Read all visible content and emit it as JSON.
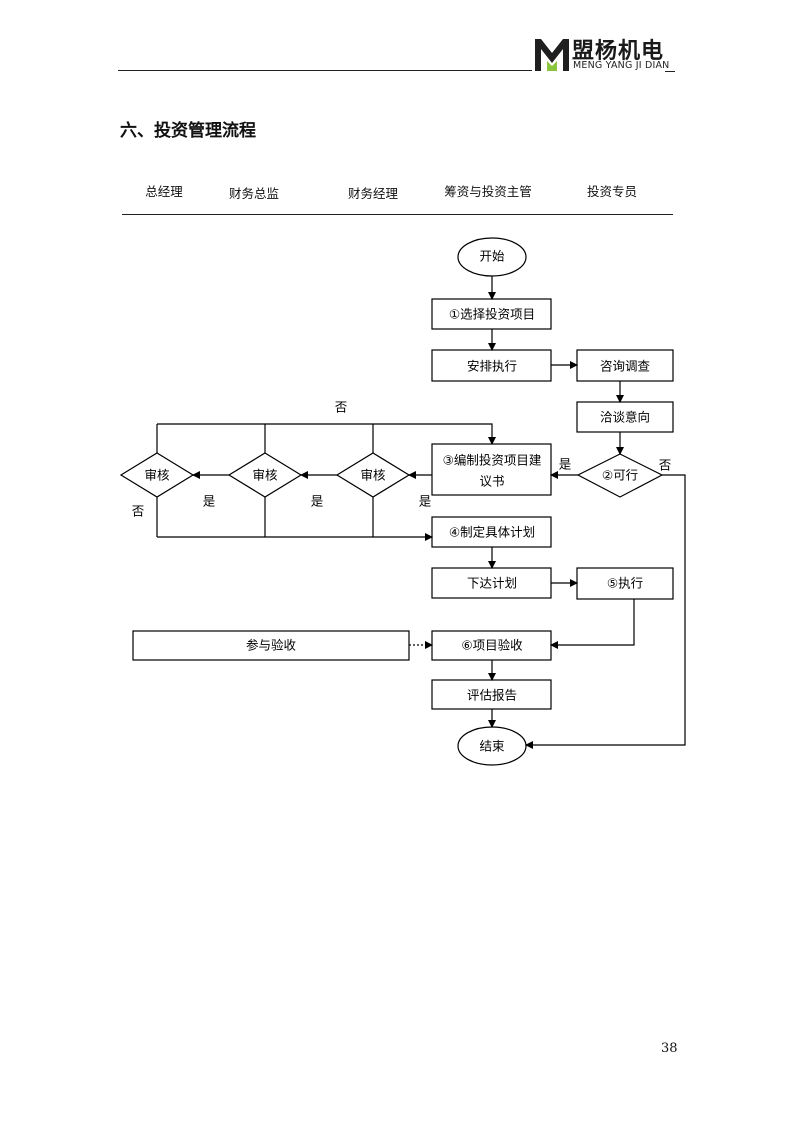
{
  "header": {
    "logo_cn": "盟杨机电",
    "logo_en": "MENG YANG JI DIAN"
  },
  "section_title": "六、投资管理流程",
  "roles": [
    "总经理",
    "财务总监",
    "财务经理",
    "筹资与投资主管",
    "投资专员"
  ],
  "flow": {
    "start": "开始",
    "step1": "①选择投资项目",
    "arrange": "安排执行",
    "consult": "咨询调查",
    "negotiate": "洽谈意向",
    "feasible": "②可行",
    "proposal_line1": "③编制投资项目建",
    "proposal_line2": "议书",
    "review": "审核",
    "step4": "④制定具体计划",
    "issue_plan": "下达计划",
    "step5": "⑤执行",
    "participate": "参与验收",
    "step6": "⑥项目验收",
    "report": "评估报告",
    "end": "结束",
    "yes": "是",
    "no": "否"
  },
  "page_number": "38"
}
